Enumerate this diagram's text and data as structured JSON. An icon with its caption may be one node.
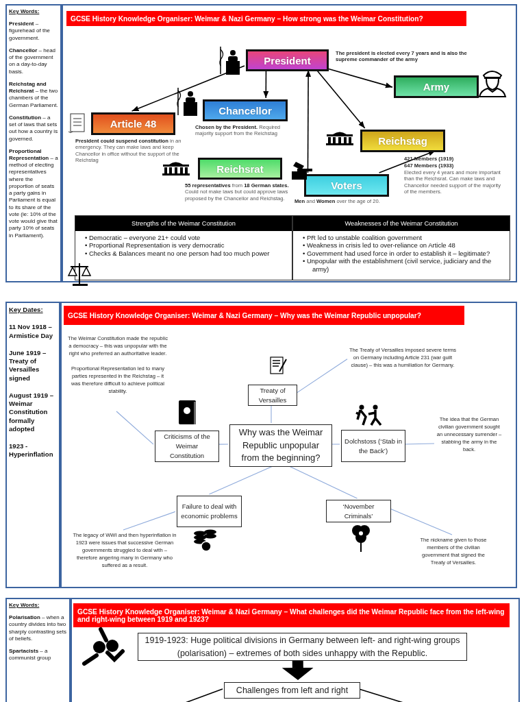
{
  "diagram": {
    "nodes": [
      {
        "text": [
          "Key Words:",
          "**President** – figurehead of the government.",
          "**Chancellor** – head of the government on a day-to-day basis.",
          "**Reichstag and Reichsrat** – the two chambers of the German Parliament.",
          "**Constitution** – a set of laws that sets out how a country is governed.",
          "**Proportional Representation** – a method of electing representatives where the proportion of seats a party gains in Parliament is equal to its share of the vote (ie: 10% of the vote would give that party 10% of seats in Parliament)."
        ]
      },
      {
        "text": [
          "GCSE History Knowledge Organiser: Weimar & Nazi Germany – How strong was the Weimar Constitution?"
        ]
      },
      {
        "text": [
          "President"
        ],
        "in": 1,
        "beside": [
          "The president is elected every 7 years and is also the supreme commander of the army"
        ]
      },
      {
        "text": [
          "Army"
        ],
        "in": 1
      },
      {
        "text": [
          "Chancellor"
        ],
        "in": 1,
        "beside": [
          "**Chosen by the President.** Required majority support from the Reichstag"
        ]
      },
      {
        "text": [
          "Article 48"
        ],
        "in": 1,
        "beside": [
          "**President could suspend constitution** in an emergency. They can make laws and keep Chancellor in office without the support of the Reichstag"
        ]
      },
      {
        "text": [
          "Reichstag"
        ],
        "in": 1,
        "beside": [
          "421 Members (1919)",
          "647 Members (1933)",
          "Elected every 4 years and more important than the Reichsrat. Can make laws and Chancellor needed support of the majority of the members."
        ]
      },
      {
        "text": [
          "Reichsrat"
        ],
        "in": 1,
        "beside": [
          "**55 representatives** from **18 German states.** Could not make laws but could approve laws proposed by the Chancellor and Reichstag."
        ]
      },
      {
        "text": [
          "Voters"
        ],
        "in": 1,
        "beside": [
          "**Men** and **Women** over the age of 20."
        ]
      },
      {
        "text": [
          "Strengths of the Weimar Constitution",
          "• Democratic – everyone 21+ could vote",
          "• Proportional Representation is very democratic",
          "• Checks & Balances meant no one person had too much power"
        ],
        "in": 1
      },
      {
        "text": [
          "Weaknesses of the Weimar Constitution",
          "• PR led to unstable coalition government",
          "• Weakness in crisis led to over-reliance on Article 48",
          "• Government had used force in order to establish it – legitimate?",
          "• Unpopular with the establishment (civil service, judiciary and the army)"
        ],
        "in": 1
      },
      {
        "text": [
          "Key Dates:",
          "11 Nov 1918 – Armistice Day",
          "June 1919 – Treaty of Versailles signed",
          "August 1919 – Weimar Constitution formally adopted",
          "1923 - Hyperinflation"
        ]
      },
      {
        "text": [
          "GCSE History Knowledge Organiser: Weimar & Nazi Germany – Why was the Weimar Republic unpopular?"
        ]
      },
      {
        "text": [
          "Why was the Weimar Republic unpopular from the beginning?"
        ],
        "in": 12
      },
      {
        "text": [
          "Treaty of Versailles"
        ],
        "in": 12
      },
      {
        "text": [
          "Criticisms of the Weimar Constitution"
        ],
        "in": 12
      },
      {
        "text": [
          "Dolchstoss (‘Stab in the Back’)"
        ],
        "in": 12
      },
      {
        "text": [
          "Failure to deal with economic problems"
        ],
        "in": 12
      },
      {
        "text": [
          "‘November Criminals’"
        ],
        "in": 12
      },
      {
        "text": [
          "The Weimar Constitution made the republic a democracy – this was unpopular with the right who preferred an authoritative leader.",
          "Proportional Representation led to many parties represented in the Reichstag – it was therefore difficult to achieve political stability."
        ],
        "in": 12
      },
      {
        "text": [
          "The Treaty of Versailles imposed severe terms on Germany including Article 231 (war guilt clause) – this was a humiliation for Germany."
        ],
        "in": 12
      },
      {
        "text": [
          "The idea that the German civilian government sought an unnecessary surrender – stabbing the army in the back."
        ],
        "in": 12
      },
      {
        "text": [
          "The legacy of WWI and then hyperinflation in 1923 were issues that successive German governments struggled to deal with – therefore angering many in Germany who suffered as a result."
        ],
        "in": 12
      },
      {
        "text": [
          "The nickname given to those members of the civilian government that signed the Treaty of Versailles."
        ],
        "in": 12
      },
      {
        "text": [
          "Key Words:",
          "**Polarisation** – when a country divides into two sharply contrasting sets of beliefs.",
          "**Spartacists** – a communist group"
        ]
      },
      {
        "text": [
          "GCSE History Knowledge Organiser: Weimar & Nazi Germany – What challenges did the Weimar Republic face from the left-wing and right-wing between 1919 and 1923?"
        ]
      },
      {
        "text": [
          "1919-1923: Huge political divisions in Germany between left- and right-wing groups (polarisation) – extremes of both sides unhappy with the Republic."
        ],
        "in": 25
      },
      {
        "text": [
          "Challenges from left and right"
        ],
        "in": 25
      }
    ],
    "edges": [
      {
        "from": 2,
        "to": 4,
        "arrow": "to",
        "color": "#000000"
      },
      {
        "from": 2,
        "to": 5,
        "arrow": "to",
        "color": "#000000"
      },
      {
        "from": 2,
        "to": 3,
        "arrow": "to",
        "color": "#000000"
      },
      {
        "from": 2,
        "to": 6,
        "arrow": "to",
        "color": "#000000"
      },
      {
        "from": 8,
        "to": 2,
        "arrow": "to",
        "color": "#000000"
      },
      {
        "from": 8,
        "to": 6,
        "arrow": "to",
        "color": "#000000"
      },
      {
        "from": 13,
        "to": 14,
        "arrow": "none"
      },
      {
        "from": 13,
        "to": 15,
        "arrow": "none"
      },
      {
        "from": 13,
        "to": 16,
        "arrow": "none"
      },
      {
        "from": 13,
        "to": 17,
        "arrow": "none"
      },
      {
        "from": 13,
        "to": 18,
        "arrow": "none"
      },
      {
        "from": 19,
        "to": 15,
        "arrow": "none"
      },
      {
        "from": 20,
        "to": 14,
        "arrow": "none"
      },
      {
        "from": 21,
        "to": 16,
        "arrow": "none"
      },
      {
        "from": 22,
        "to": 17,
        "arrow": "none"
      },
      {
        "from": 23,
        "to": 18,
        "arrow": "none"
      },
      {
        "from": 26,
        "to": 27,
        "arrow": "to",
        "style": "thick",
        "color": "#000000"
      },
      {
        "from": 27,
        "to": null,
        "arrow": "none",
        "color": "#000000"
      },
      {
        "from": 27,
        "to": null,
        "arrow": "none",
        "color": "#000000"
      }
    ]
  }
}
